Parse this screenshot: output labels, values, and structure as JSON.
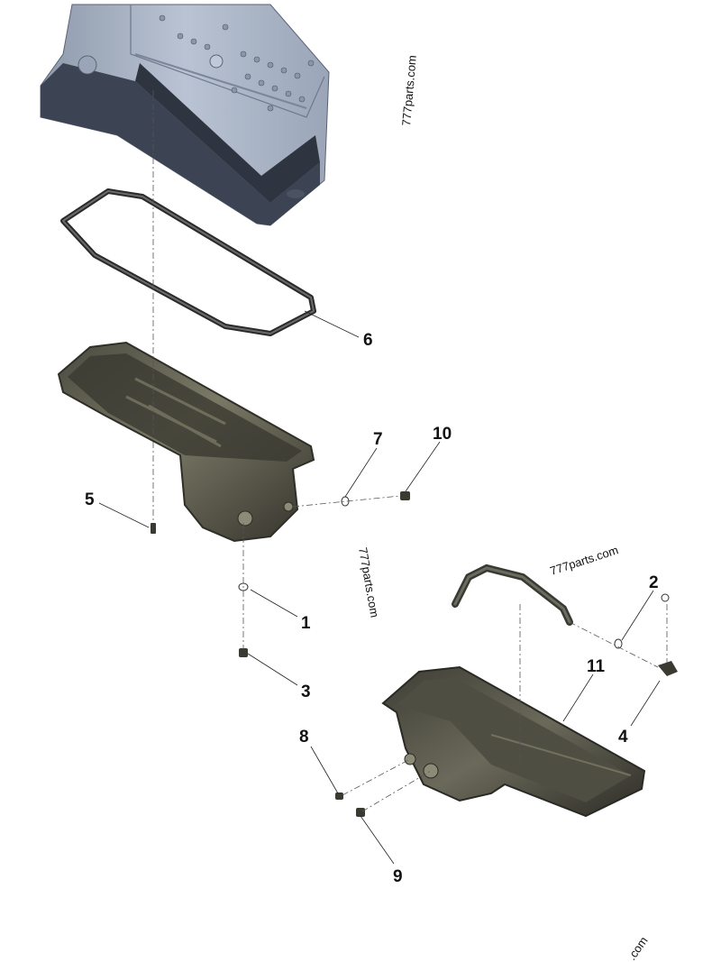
{
  "watermarks": {
    "top": "777parts.com",
    "middle": "777parts.com",
    "right": "777parts.com",
    "bottom": ".com"
  },
  "callouts": {
    "c1": "1",
    "c2": "2",
    "c3": "3",
    "c4": "4",
    "c5": "5",
    "c6": "6",
    "c7": "7",
    "c8": "8",
    "c9": "9",
    "c10": "10",
    "c11": "11"
  },
  "colors": {
    "engine_block": "#a9b4c6",
    "engine_shadow": "#3c4352",
    "pan": "#5b5a4d",
    "pan_dark": "#2f2e27",
    "gasket": "#2a2a2a"
  }
}
